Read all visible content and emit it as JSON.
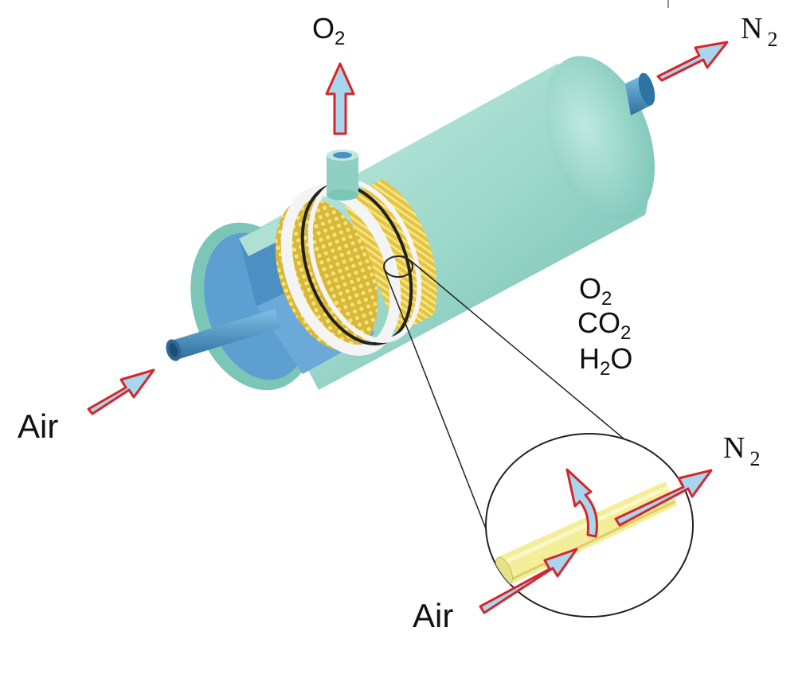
{
  "labels": {
    "o2_top": {
      "main": "O",
      "sub": "2"
    },
    "n2_top": {
      "main": "N",
      "sub": "2"
    },
    "air_left": "Air",
    "permeate": {
      "o2": {
        "main": "O",
        "sub": "2"
      },
      "co2": {
        "main": "CO",
        "sub": "2"
      },
      "h2o": {
        "main": "H",
        "sub": "2",
        "tail": "O"
      }
    },
    "n2_right": {
      "main": "N",
      "sub": "2"
    },
    "air_bottom": "Air"
  },
  "colors": {
    "shell": "#9fd9cc",
    "shell_dark": "#5fb5a7",
    "interior": "#5e9fd1",
    "fiber_bundle": "#e8c94a",
    "fiber_tube": "#f4ee9a",
    "seal_ring": "#f2f2f2",
    "pipe": "#3e86b8",
    "arrow_fill": "#a8d6ef",
    "arrow_stroke": "#d6262b"
  }
}
